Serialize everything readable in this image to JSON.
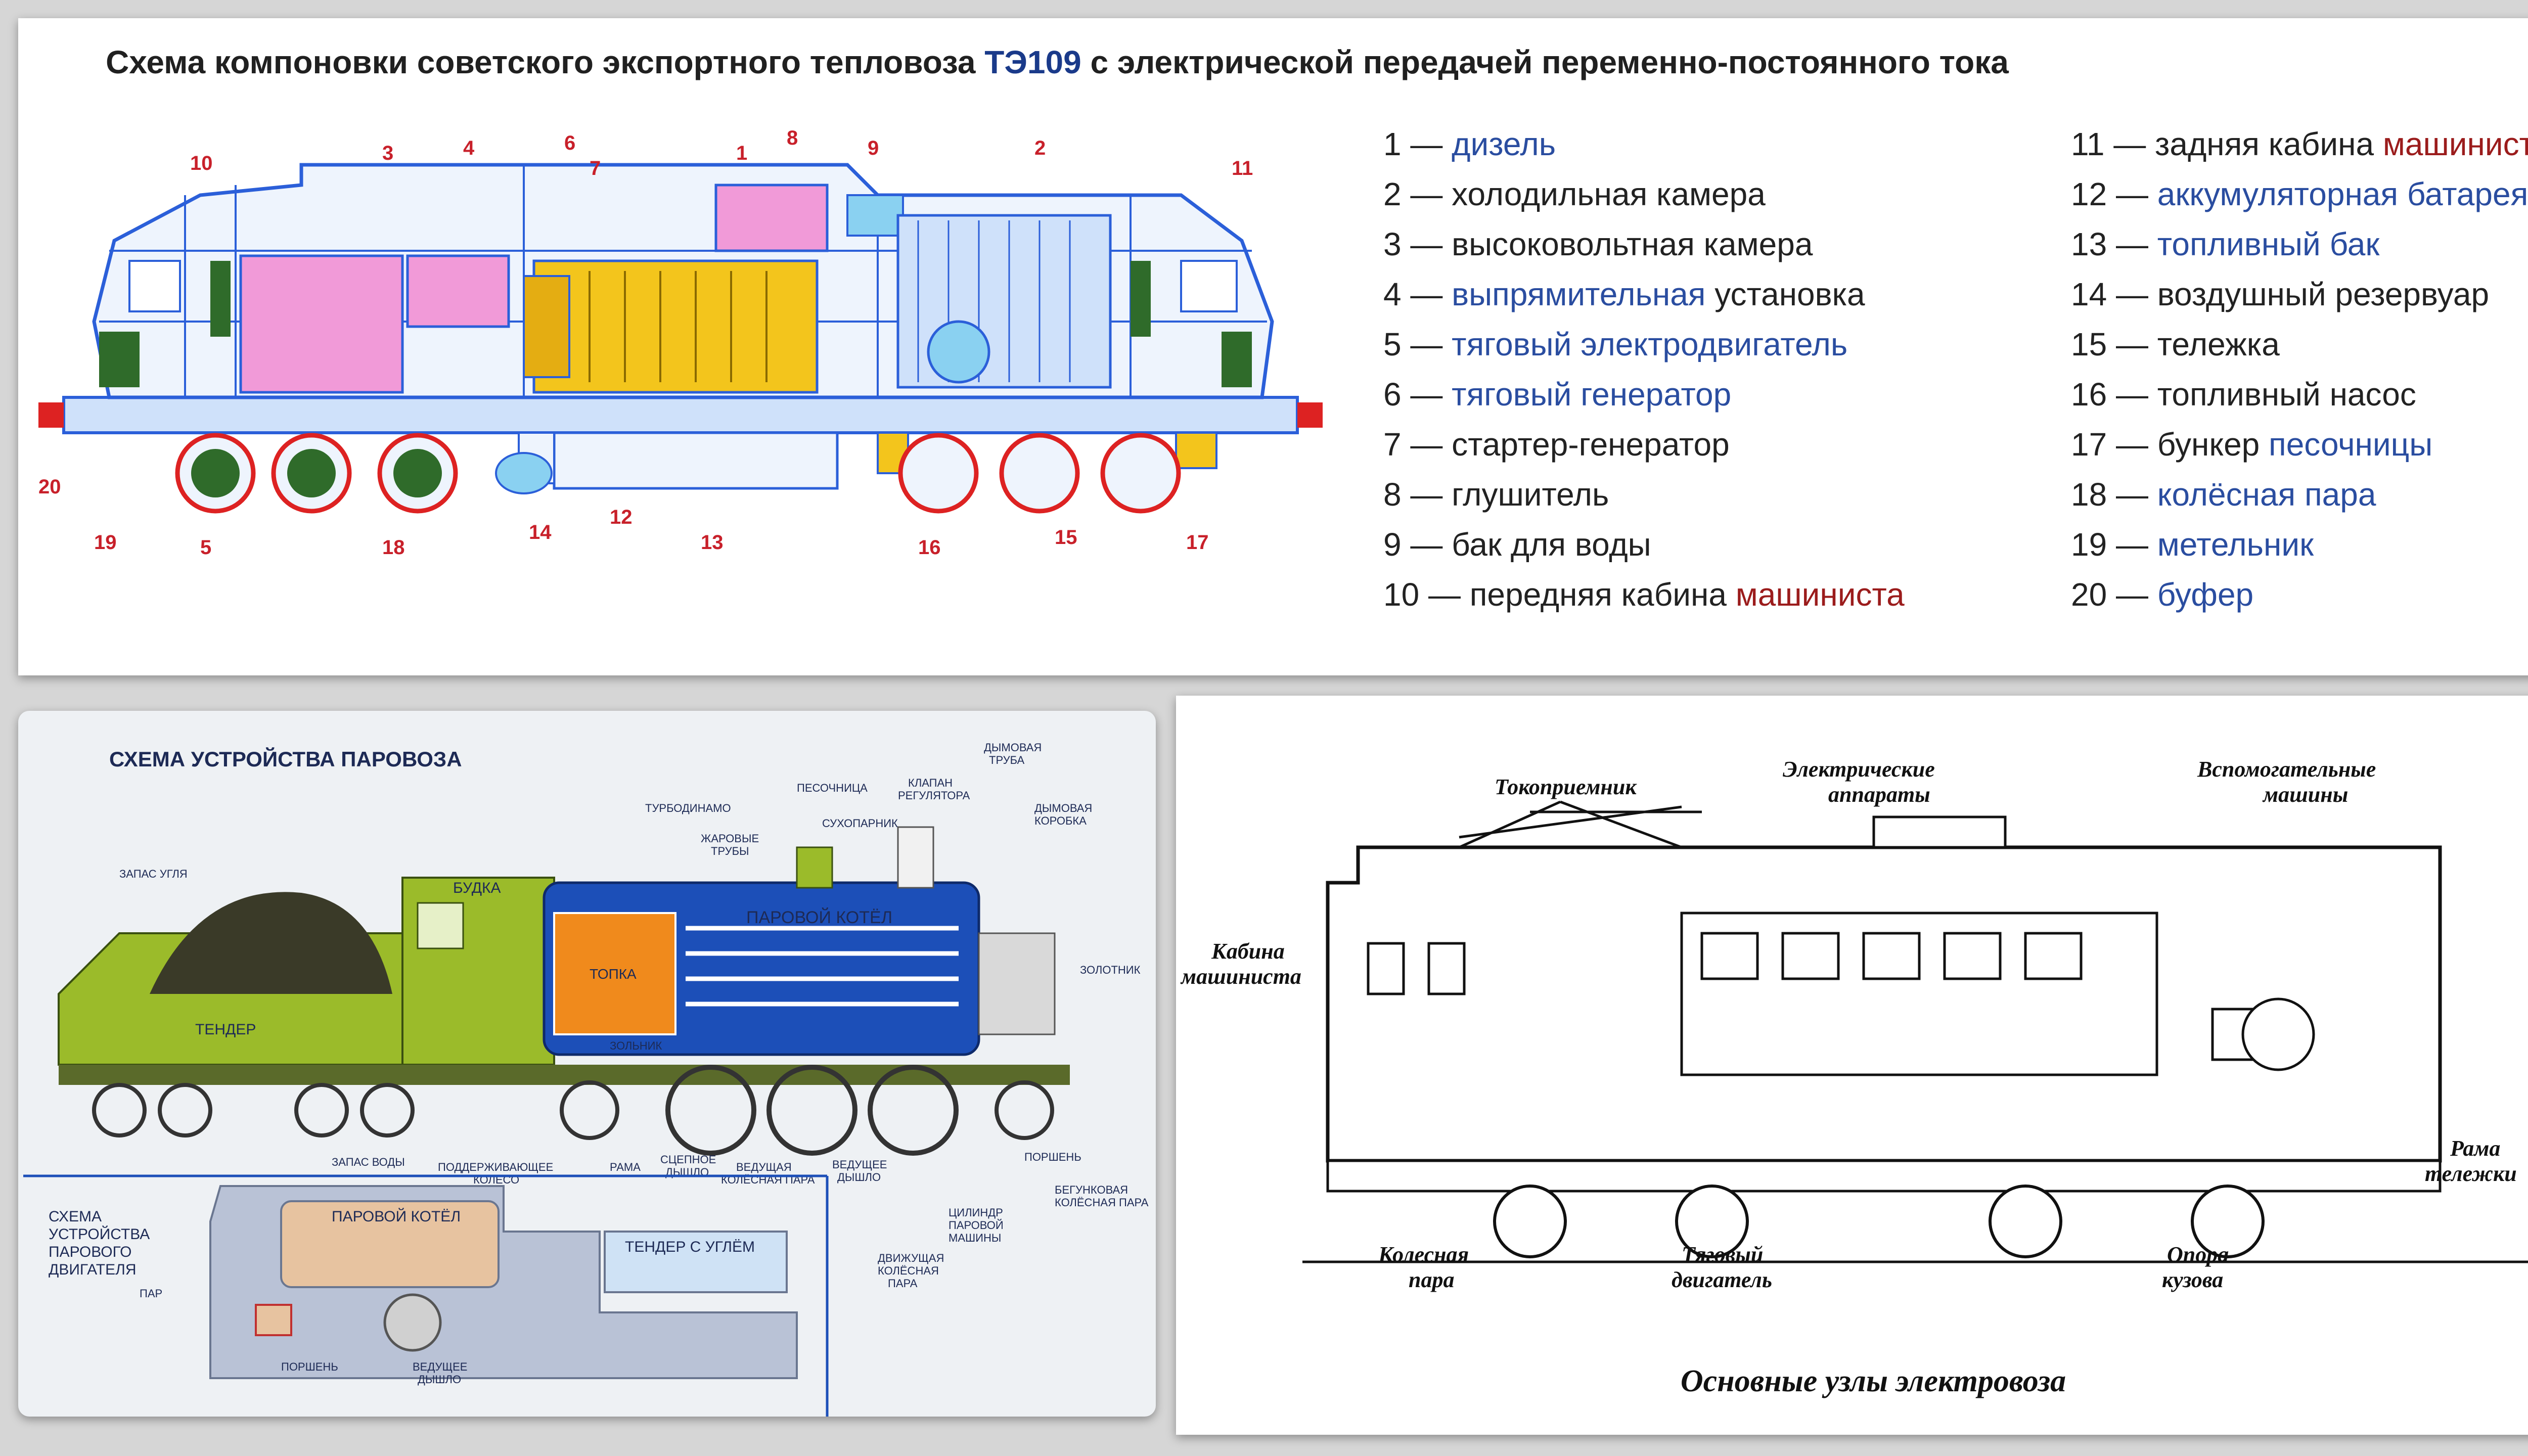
{
  "panel1": {
    "title_pre": "Схема компоновки советского экспортного тепловоза ",
    "title_accent": "ТЭ109",
    "title_post": " с электрической передачей переменно-постоянного тока",
    "legend_left": [
      {
        "n": "1 —",
        "parts": [
          {
            "t": " дизель",
            "c": "blue"
          }
        ]
      },
      {
        "n": "2 —",
        "parts": [
          {
            "t": " холодильная камера",
            "c": ""
          }
        ]
      },
      {
        "n": "3 —",
        "parts": [
          {
            "t": " высоковольтная камера",
            "c": ""
          }
        ]
      },
      {
        "n": "4 —",
        "parts": [
          {
            "t": " выпрямительная",
            "c": "blue"
          },
          {
            "t": " установка",
            "c": ""
          }
        ]
      },
      {
        "n": "5 —",
        "parts": [
          {
            "t": " тяговый электродвигатель",
            "c": "blue"
          }
        ]
      },
      {
        "n": "6 —",
        "parts": [
          {
            "t": " тяговый генератор",
            "c": "blue"
          }
        ]
      },
      {
        "n": "7 —",
        "parts": [
          {
            "t": " стартер-генератор",
            "c": ""
          }
        ]
      },
      {
        "n": "8 —",
        "parts": [
          {
            "t": " глушитель",
            "c": ""
          }
        ]
      },
      {
        "n": "9 —",
        "parts": [
          {
            "t": " бак для воды",
            "c": ""
          }
        ]
      },
      {
        "n": "10 —",
        "parts": [
          {
            "t": " передняя кабина ",
            "c": ""
          },
          {
            "t": "машиниста",
            "c": "red"
          }
        ]
      }
    ],
    "legend_right": [
      {
        "n": "11 —",
        "parts": [
          {
            "t": " задняя кабина ",
            "c": ""
          },
          {
            "t": "машиниста",
            "c": "red"
          }
        ]
      },
      {
        "n": "12 —",
        "parts": [
          {
            "t": " аккумуляторная батарея",
            "c": "blue"
          }
        ]
      },
      {
        "n": "13 —",
        "parts": [
          {
            "t": " топливный бак",
            "c": "blue"
          }
        ]
      },
      {
        "n": "14 —",
        "parts": [
          {
            "t": " воздушный резервуар",
            "c": ""
          }
        ]
      },
      {
        "n": "15 —",
        "parts": [
          {
            "t": " тележка",
            "c": ""
          }
        ]
      },
      {
        "n": "16 —",
        "parts": [
          {
            "t": " топливный насос",
            "c": ""
          }
        ]
      },
      {
        "n": "17 —",
        "parts": [
          {
            "t": " бункер ",
            "c": ""
          },
          {
            "t": "песочницы",
            "c": "blue"
          }
        ]
      },
      {
        "n": "18 —",
        "parts": [
          {
            "t": " колёсная пара",
            "c": "blue"
          }
        ]
      },
      {
        "n": "19 —",
        "parts": [
          {
            "t": " метельник",
            "c": "blue"
          }
        ]
      },
      {
        "n": "20 —",
        "parts": [
          {
            "t": " буфер",
            "c": "blue"
          }
        ]
      }
    ],
    "callouts": [
      "1",
      "2",
      "3",
      "4",
      "5",
      "6",
      "7",
      "8",
      "9",
      "10",
      "11",
      "12",
      "13",
      "14",
      "15",
      "16",
      "17",
      "18",
      "19",
      "20"
    ],
    "colors": {
      "frame": "#2b5fd9",
      "pink": "#f19ad8",
      "yellow": "#f3c51c",
      "cyan": "#8ad1f1",
      "green": "#2f6b2a",
      "red_callout": "#c8202a"
    }
  },
  "panel2": {
    "title": "СХЕМА УСТРОЙСТВА ПАРОВОЗА",
    "labels": {
      "budka": "БУДКА",
      "tender": "ТЕНДЕР",
      "topka": "ТОПКА",
      "kotel": "ПАРОВОЙ КОТЁЛ",
      "zapas_uglya": "ЗАПАС УГЛЯ",
      "turbodinamo": "ТУРБОДИНАМО",
      "zharovye1": "ЖАРОВЫЕ",
      "zharovye2": "ТРУБЫ",
      "pesochnica": "ПЕСОЧНИЦА",
      "suhoparnik": "СУХОПАРНИК",
      "klapan1": "КЛАПАН",
      "klapan2": "РЕГУЛЯТОРА",
      "dymtruba1": "ДЫМОВАЯ",
      "dymtruba2": "ТРУБА",
      "dymkorob1": "ДЫМОВАЯ",
      "dymkorob2": "КОРОБКА",
      "zolotnik": "ЗОЛОТНИК",
      "zolnik": "ЗОЛЬНИК",
      "zapas_vody": "ЗАПАС ВОДЫ",
      "podderzh1": "ПОДДЕРЖИВАЮЩЕЕ",
      "podderzh2": "КОЛЕСО",
      "rama": "РАМА",
      "scepnoe1": "СЦЕПНОЕ",
      "scepnoe2": "ДЫШЛО",
      "vedpara1": "ВЕДУЩАЯ",
      "vedpara2": "КОЛЁСНАЯ ПАРА",
      "veddyshlo1": "ВЕДУЩЕЕ",
      "veddyshlo2": "ДЫШЛО",
      "cilindr1": "ЦИЛИНДР",
      "cilindr2": "ПАРОВОЙ",
      "cilindr3": "МАШИНЫ",
      "porshen": "ПОРШЕНЬ",
      "begun1": "БЕГУНКОВАЯ",
      "begun2": "КОЛЁСНАЯ ПАРА",
      "dvizh1": "ДВИЖУЩАЯ",
      "dvizh2": "КОЛЁСНАЯ",
      "dvizh3": "ПАРА"
    },
    "inset": {
      "title1": "СХЕМА",
      "title2": "УСТРОЙСТВА",
      "title3": "ПАРОВОГО",
      "title4": "ДВИГАТЕЛЯ",
      "kotel": "ПАРОВОЙ КОТЁЛ",
      "tender": "ТЕНДЕР С УГЛЁМ",
      "par": "ПАР",
      "porshen": "ПОРШЕНЬ",
      "vedush1": "ВЕДУЩЕЕ",
      "vedush2": "ДЫШЛО"
    },
    "colors": {
      "body": "#9bbb2a",
      "boiler": "#1c4fb8",
      "fire": "#f08a1c",
      "text": "#1d2a55"
    }
  },
  "panel3": {
    "labels": {
      "tokopriemnik": "Токоприемник",
      "elapp1": "Электрические",
      "elapp2": "аппараты",
      "vspom1": "Вспомогательные",
      "vspom2": "машины",
      "kabina1": "Кабина",
      "kabina2": "машиниста",
      "rama1": "Рама",
      "rama2": "тележки",
      "koles1": "Колесная",
      "koles2": "пара",
      "tyag1": "Тяговый",
      "tyag2": "двигатель",
      "opora1": "Опора",
      "opora2": "кузова"
    },
    "caption": "Основные узлы электровоза"
  }
}
